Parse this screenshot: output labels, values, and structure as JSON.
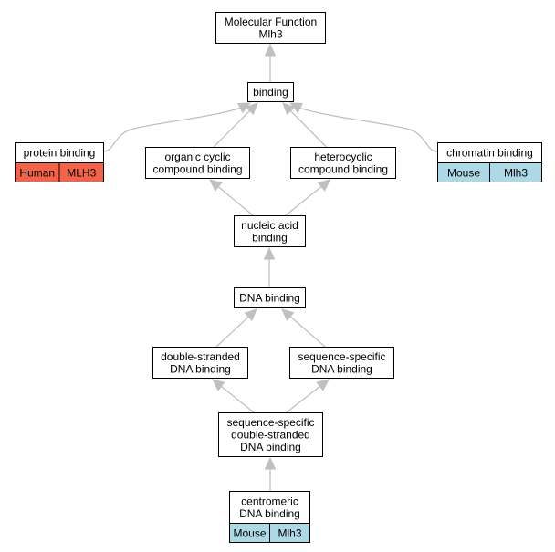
{
  "colors": {
    "edge": "#c0c0c0",
    "human_tag": "#f36347",
    "mouse_tag": "#add8e6",
    "node_border": "#000000",
    "node_fill": "#ffffff"
  },
  "nodes": {
    "molecular_function": {
      "lines": [
        "Molecular Function",
        "Mlh3"
      ]
    },
    "binding": {
      "lines": [
        "binding"
      ]
    },
    "protein_binding": {
      "lines": [
        "protein binding"
      ],
      "tags": [
        {
          "text": "Human",
          "color": "#f36347"
        },
        {
          "text": "MLH3",
          "color": "#f36347"
        }
      ]
    },
    "organic_cyclic": {
      "lines": [
        "organic cyclic",
        "compound binding"
      ]
    },
    "heterocyclic": {
      "lines": [
        "heterocyclic",
        "compound binding"
      ]
    },
    "chromatin_binding": {
      "lines": [
        "chromatin binding"
      ],
      "tags": [
        {
          "text": "Mouse",
          "color": "#add8e6"
        },
        {
          "text": "Mlh3",
          "color": "#add8e6"
        }
      ]
    },
    "nucleic_acid": {
      "lines": [
        "nucleic acid",
        "binding"
      ]
    },
    "dna_binding": {
      "lines": [
        "DNA binding"
      ]
    },
    "ds_dna": {
      "lines": [
        "double-stranded",
        "DNA binding"
      ]
    },
    "ss_dna": {
      "lines": [
        "sequence-specific",
        "DNA binding"
      ]
    },
    "ss_ds_dna": {
      "lines": [
        "sequence-specific",
        "double-stranded",
        "DNA binding"
      ]
    },
    "centromeric": {
      "lines": [
        "centromeric",
        "DNA binding"
      ],
      "tags": [
        {
          "text": "Mouse",
          "color": "#add8e6"
        },
        {
          "text": "Mlh3",
          "color": "#add8e6"
        }
      ]
    }
  },
  "edges": [
    {
      "from": "binding",
      "to": "molecular_function"
    },
    {
      "from": "protein_binding",
      "to": "binding"
    },
    {
      "from": "organic_cyclic",
      "to": "binding"
    },
    {
      "from": "heterocyclic",
      "to": "binding"
    },
    {
      "from": "chromatin_binding",
      "to": "binding"
    },
    {
      "from": "nucleic_acid",
      "to": "organic_cyclic"
    },
    {
      "from": "nucleic_acid",
      "to": "heterocyclic"
    },
    {
      "from": "dna_binding",
      "to": "nucleic_acid"
    },
    {
      "from": "ds_dna",
      "to": "dna_binding"
    },
    {
      "from": "ss_dna",
      "to": "dna_binding"
    },
    {
      "from": "ss_ds_dna",
      "to": "ds_dna"
    },
    {
      "from": "ss_ds_dna",
      "to": "ss_dna"
    },
    {
      "from": "centromeric",
      "to": "ss_ds_dna"
    }
  ]
}
